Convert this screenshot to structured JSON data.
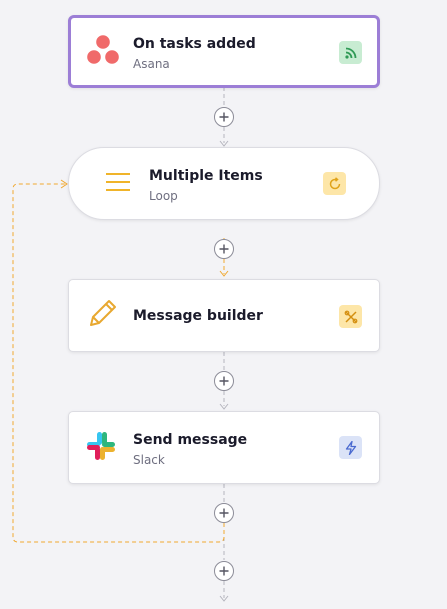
{
  "workflow": {
    "steps": [
      {
        "id": "trigger",
        "title": "On tasks added",
        "subtitle": "Asana",
        "app_icon": "asana-icon",
        "badge_icon": "rss-icon",
        "badge_color": "#c8ecd2",
        "badge_fg": "#2f9a55",
        "selected": true
      },
      {
        "id": "loop",
        "title": "Multiple Items",
        "subtitle": "Loop",
        "app_icon": "menu-lines-icon",
        "badge_icon": "refresh-icon",
        "badge_color": "#fde6a8",
        "badge_fg": "#e0a31a",
        "selected": false
      },
      {
        "id": "builder",
        "title": "Message builder",
        "subtitle": "",
        "app_icon": "pencil-icon",
        "badge_icon": "tools-icon",
        "badge_color": "#fde6a8",
        "badge_fg": "#d48f10",
        "selected": false
      },
      {
        "id": "slack",
        "title": "Send message",
        "subtitle": "Slack",
        "app_icon": "slack-icon",
        "badge_icon": "lightning-icon",
        "badge_color": "#dbe3f7",
        "badge_fg": "#4a6ad0",
        "selected": false
      }
    ],
    "accent": "#9c7ed6",
    "loop_color": "#f0a830"
  }
}
